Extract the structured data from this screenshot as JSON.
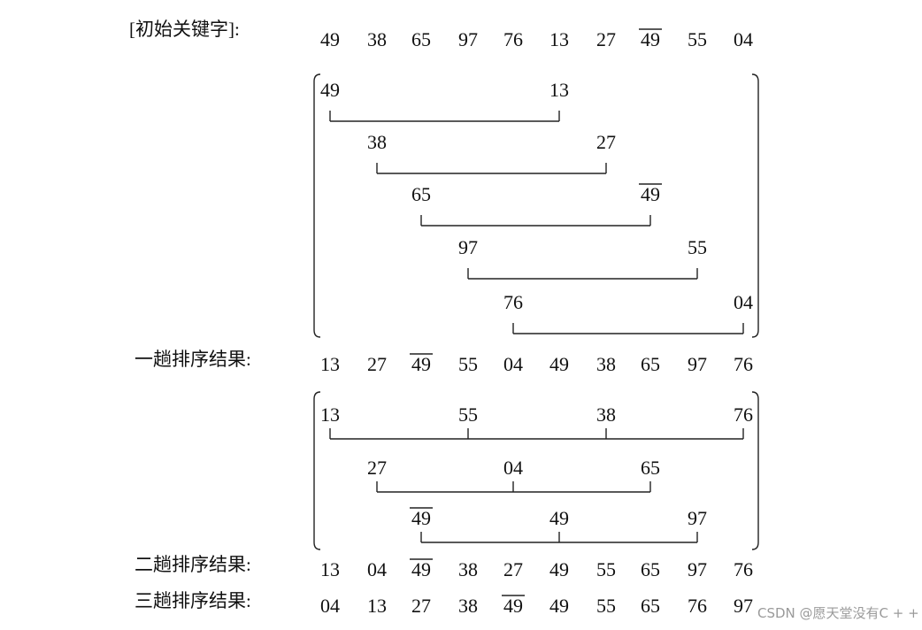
{
  "rows": [
    {
      "label": "[初始关键字]:",
      "values": [
        "49",
        "38",
        "65",
        "97",
        "76",
        "13",
        "27",
        "49",
        "55",
        "04"
      ],
      "overlined": 7
    },
    {
      "label": "一趟排序结果:",
      "values": [
        "13",
        "27",
        "49",
        "55",
        "04",
        "49",
        "38",
        "65",
        "97",
        "76"
      ],
      "overlined": 2
    },
    {
      "label": "二趟排序结果:",
      "values": [
        "13",
        "04",
        "49",
        "38",
        "27",
        "49",
        "55",
        "65",
        "97",
        "76"
      ],
      "overlined": 2
    },
    {
      "label": "三趟排序结果:",
      "values": [
        "04",
        "13",
        "27",
        "38",
        "49",
        "49",
        "55",
        "65",
        "76",
        "97"
      ],
      "overlined": 4
    }
  ],
  "passes": [
    {
      "gap": 5,
      "source_row": 0,
      "groups": [
        [
          0,
          5
        ],
        [
          1,
          6
        ],
        [
          2,
          7
        ],
        [
          3,
          8
        ],
        [
          4,
          9
        ]
      ]
    },
    {
      "gap": 3,
      "source_row": 1,
      "groups": [
        [
          0,
          3,
          6,
          9
        ],
        [
          1,
          4,
          7
        ],
        [
          2,
          5,
          8
        ]
      ]
    }
  ],
  "watermark": "CSDN @愿天堂没有C + +"
}
